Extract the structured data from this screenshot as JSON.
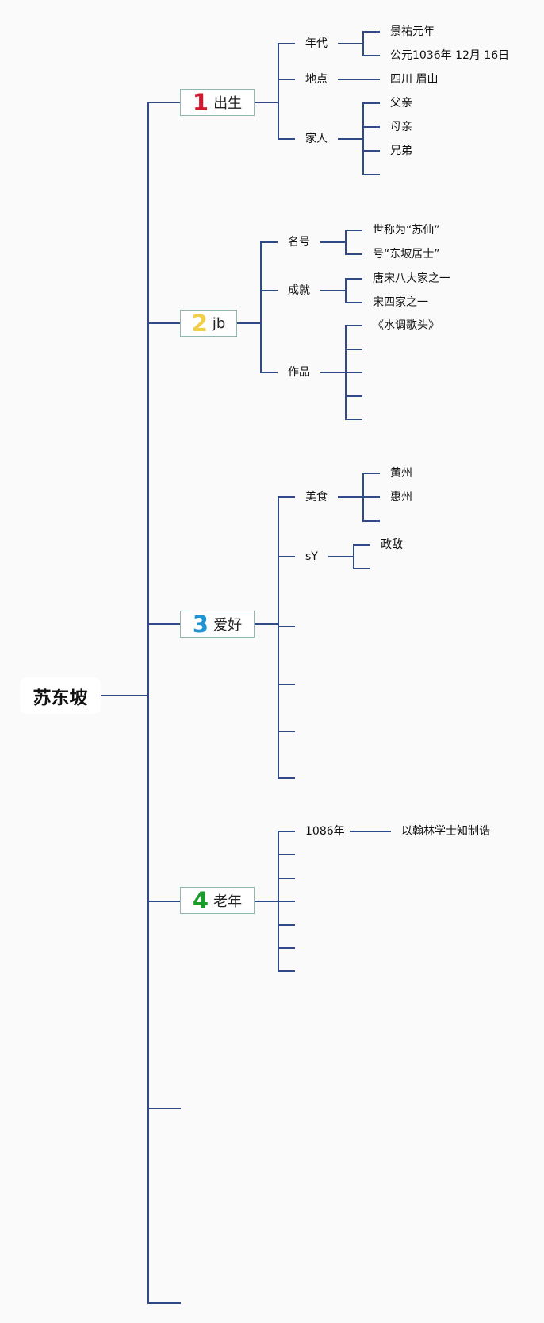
{
  "root": {
    "label": "苏东坡"
  },
  "topics": [
    {
      "number": "1",
      "label": "出生",
      "children": [
        {
          "label": "年代",
          "leaves": [
            "景祐元年",
            "公元1036年 12月 16日"
          ]
        },
        {
          "label": "地点",
          "leaves": [
            "四川 眉山"
          ]
        },
        {
          "label": "家人",
          "leaves": [
            "父亲",
            "母亲",
            "兄弟",
            ""
          ]
        }
      ]
    },
    {
      "number": "2",
      "label": "jb",
      "children": [
        {
          "label": "名号",
          "leaves": [
            "世称为“苏仙”",
            "号“东坡居士”"
          ]
        },
        {
          "label": "成就",
          "leaves": [
            "唐宋八大家之一",
            "宋四家之一"
          ]
        },
        {
          "label": "作品",
          "leaves": [
            "《水调歌头》",
            "",
            "",
            "",
            ""
          ]
        }
      ]
    },
    {
      "number": "3",
      "label": "爱好",
      "children": [
        {
          "label": "美食",
          "leaves": [
            "黄州",
            "惠州",
            ""
          ]
        },
        {
          "label": "sY",
          "leaves": [
            "政敌",
            ""
          ]
        },
        {
          "label": "",
          "leaves": []
        },
        {
          "label": "",
          "leaves": []
        },
        {
          "label": "",
          "leaves": []
        },
        {
          "label": "",
          "leaves": []
        }
      ]
    },
    {
      "number": "4",
      "label": "老年",
      "children": [
        {
          "label": "1086年",
          "leaves": [
            "以翰林学士知制诰"
          ]
        },
        {
          "label": "",
          "leaves": []
        },
        {
          "label": "",
          "leaves": []
        },
        {
          "label": "",
          "leaves": []
        },
        {
          "label": "",
          "leaves": []
        },
        {
          "label": "",
          "leaves": []
        },
        {
          "label": "",
          "leaves": []
        }
      ]
    },
    {
      "number": "",
      "label": "",
      "children": []
    },
    {
      "number": "",
      "label": "",
      "children": []
    }
  ],
  "colors": {
    "line": "#2f4a86",
    "topic_border": "#8fb8b0",
    "number_colors": [
      "#d0182f",
      "#f1cf49",
      "#2194d6",
      "#1a9c2a"
    ]
  }
}
